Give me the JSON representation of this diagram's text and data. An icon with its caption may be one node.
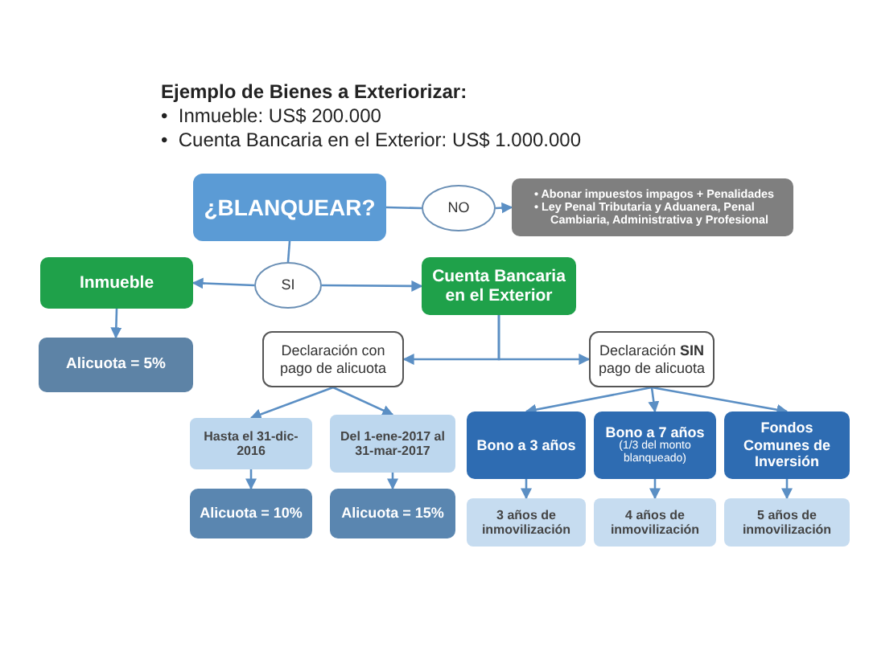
{
  "diagram": {
    "title": "Ejemplo de Bienes a Exteriorizar:",
    "nodes": [
      {
        "text": [
          "¿BLANQUEAR?"
        ]
      },
      {
        "text": [
          "NO"
        ]
      },
      {
        "text": [
          "• Abonar impuestos impagos + Penalidades",
          "• Ley Penal Tributaria y Aduanera, Penal Cambiaria, Administrativa y Profesional"
        ]
      },
      {
        "text": [
          "SI"
        ]
      },
      {
        "text": [
          "Inmueble"
        ]
      },
      {
        "text": [
          "Cuenta Bancaria en el Exterior"
        ]
      },
      {
        "text": [
          "Alicuota = 5%"
        ]
      },
      {
        "text": [
          "Declaración con pago de alicuota"
        ]
      },
      {
        "text": [
          "Declaración **SIN** pago de alicuota"
        ]
      },
      {
        "text": [
          "Hasta el 31-dic-2016"
        ]
      },
      {
        "text": [
          "Del 1-ene-2017 al 31-mar-2017"
        ]
      },
      {
        "text": [
          "Alicuota = 10%"
        ]
      },
      {
        "text": [
          "Alicuota = 15%"
        ]
      },
      {
        "text": [
          "Bono a 3 años"
        ]
      },
      {
        "text": [
          "Bono a 7 años",
          "(1/3 del monto blanqueado)"
        ]
      },
      {
        "text": [
          "Fondos Comunes de Inversión"
        ]
      },
      {
        "text": [
          "3 años de inmovilización"
        ]
      },
      {
        "text": [
          "4 años de inmovilización"
        ]
      },
      {
        "text": [
          "5 años de inmovilización"
        ]
      }
    ],
    "edges": [
      {
        "from": 0,
        "to": 1,
        "arrow": "none"
      },
      {
        "from": 1,
        "to": 2,
        "arrow": "to"
      },
      {
        "from": 0,
        "to": 3,
        "arrow": "none"
      },
      {
        "from": 3,
        "to": 4,
        "arrow": "to"
      },
      {
        "from": 3,
        "to": 5,
        "arrow": "to"
      },
      {
        "from": 4,
        "to": 6,
        "arrow": "to"
      },
      {
        "from": 5,
        "to": 7,
        "arrow": "to"
      },
      {
        "from": 5,
        "to": 8,
        "arrow": "to"
      },
      {
        "from": 7,
        "to": 9,
        "arrow": "to"
      },
      {
        "from": 7,
        "to": 10,
        "arrow": "to"
      },
      {
        "from": 8,
        "to": 13,
        "arrow": "to"
      },
      {
        "from": 8,
        "to": 14,
        "arrow": "to"
      },
      {
        "from": 8,
        "to": 15,
        "arrow": "to"
      },
      {
        "from": 9,
        "to": 11,
        "arrow": "to"
      },
      {
        "from": 10,
        "to": 12,
        "arrow": "to"
      },
      {
        "from": 13,
        "to": 16,
        "arrow": "to"
      },
      {
        "from": 14,
        "to": 17,
        "arrow": "to"
      },
      {
        "from": 15,
        "to": 18,
        "arrow": "to"
      }
    ],
    "labels": [
      "•  Inmueble: US$ 200.000",
      "•  Cuenta Bancaria en el Exterior: US$ 1.000.000"
    ]
  }
}
